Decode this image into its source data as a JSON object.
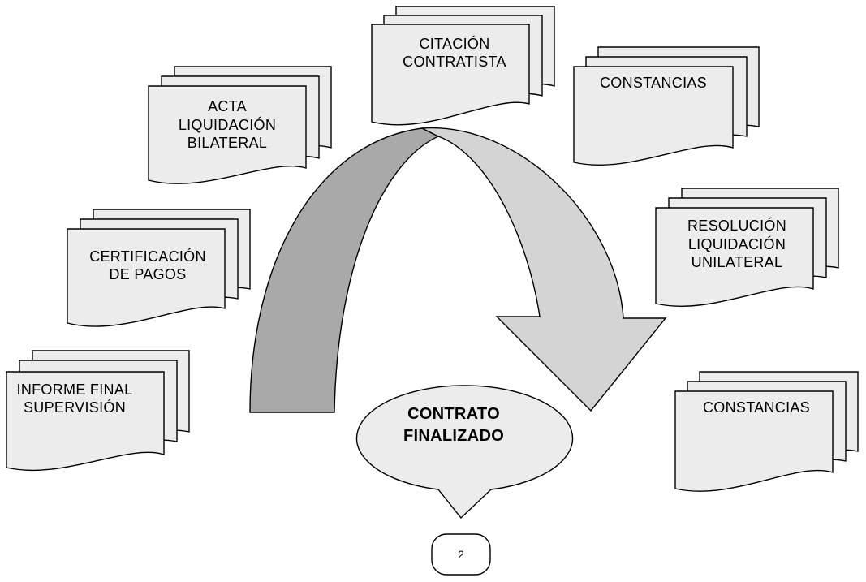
{
  "documents": [
    {
      "id": "acta",
      "lines": [
        "ACTA",
        "LIQUIDACIÓN",
        "BILATERAL"
      ]
    },
    {
      "id": "citacion",
      "lines": [
        "CITACIÓN",
        "CONTRATISTA"
      ]
    },
    {
      "id": "constancias-top",
      "lines": [
        "CONSTANCIAS"
      ]
    },
    {
      "id": "certificacion",
      "lines": [
        "CERTIFICACIÓN",
        "DE PAGOS"
      ]
    },
    {
      "id": "resolucion",
      "lines": [
        "RESOLUCIÓN",
        "LIQUIDACIÓN",
        "UNILATERAL"
      ]
    },
    {
      "id": "informe",
      "lines": [
        "INFORME FINAL",
        "SUPERVISIÓN"
      ]
    },
    {
      "id": "constancias-bottom",
      "lines": [
        "CONSTANCIAS"
      ]
    }
  ],
  "center": {
    "lines": [
      "CONTRATO",
      "FINALIZADO"
    ]
  },
  "page_number": "2",
  "colors": {
    "doc_fill": "#ececec",
    "arrow_dark": "#a9a9a9",
    "arrow_light": "#d4d4d4",
    "callout_fill": "#ececec"
  }
}
